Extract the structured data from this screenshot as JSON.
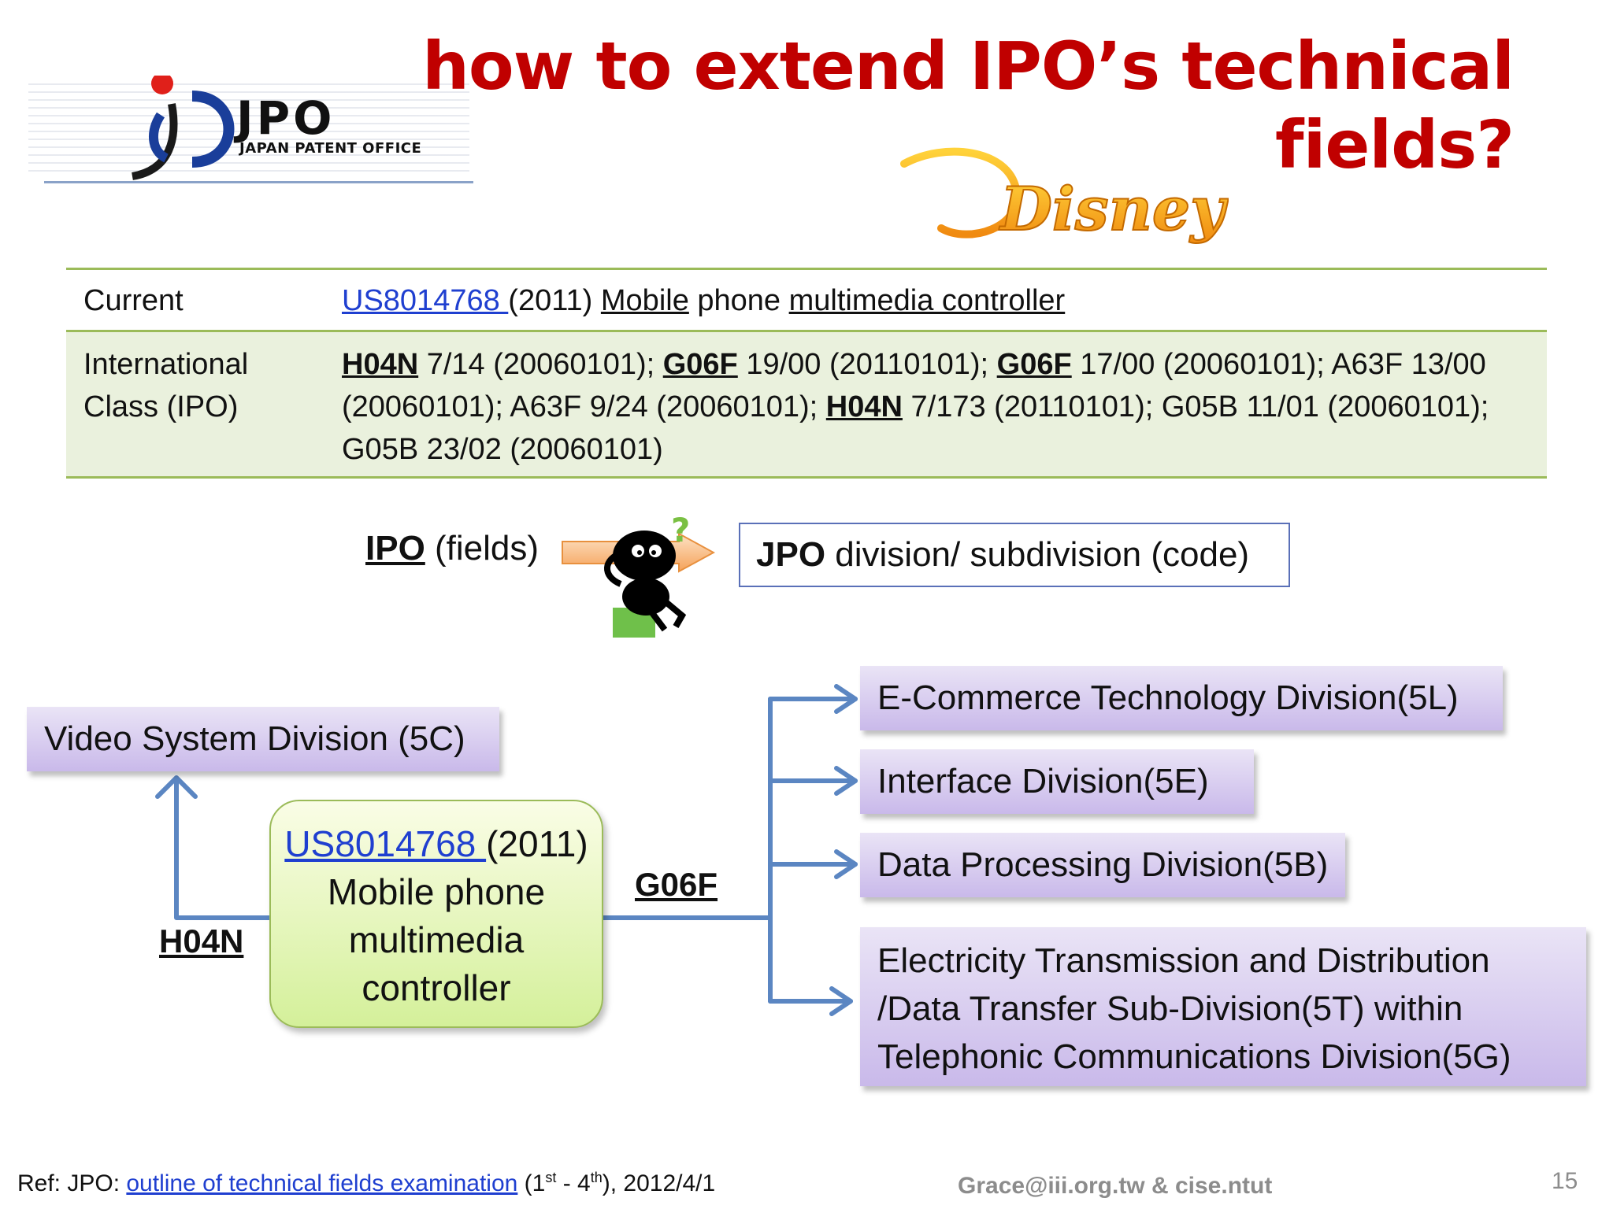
{
  "logo": {
    "name": "JPO",
    "subtitle": "JAPAN PATENT OFFICE"
  },
  "title": "how to extend IPO’s technical fields?",
  "brand_wordmark": "Disney",
  "table": {
    "row1": {
      "label": "Current",
      "patent": "US8014768 ",
      "year": "(2011) ",
      "w1": "Mobile",
      "w2": " phone ",
      "w3": "multimedia controller"
    },
    "row2": {
      "label": "International Class (IPO)",
      "c1": "H04N",
      "t1": " 7/14 (20060101); ",
      "c2": "G06F",
      "t2": " 19/00 (20110101); ",
      "c3": "G06F",
      "t3": " 17/00 (20060101); A63F 13/00 (20060101); A63F 9/24 (20060101); ",
      "c4": "H04N",
      "t4": " 7/173 (20110101); G05B 11/01 (20060101); G05B 23/02 (20060101)"
    }
  },
  "mapping": {
    "ipo_bold": "IPO",
    "ipo_rest": " (fields)",
    "jpo_bold": "JPO",
    "jpo_rest": " division/ subdivision (code)"
  },
  "diagram": {
    "center": {
      "patent": "US8014768 ",
      "year": "(2011)",
      "line2": "Mobile phone",
      "line3": "multimedia",
      "line4": "controller"
    },
    "h04n_label": "H04N",
    "g06f_label": "G06F",
    "video": "Video System Division (5C)",
    "ecommerce": "E-Commerce Technology Division(5L)",
    "interface": "Interface Division(5E)",
    "data_processing": "Data Processing Division(5B)",
    "electricity": {
      "line1": "Electricity Transmission and Distribution",
      "line2": "/Data Transfer Sub-Division(5T) within",
      "line3": "Telephonic Communications Division(5G)"
    }
  },
  "footer": {
    "ref_prefix": "Ref: JPO: ",
    "ref_link": "outline of technical fields examination",
    "ref_paren_open": " (1",
    "sup1": "st",
    "ref_mid": " - 4",
    "sup2": "th",
    "ref_end": "), 2012/4/1",
    "contact": "Grace@iii.org.tw & cise.ntut",
    "page_number": "15"
  },
  "colors": {
    "title": "#c00000",
    "link": "#1f3fd0",
    "table_border": "#9bbb59",
    "table_fill": "#eaf1dd",
    "division_fill": "#c9b9ea",
    "center_fill": "#d4f09a",
    "connector": "#5b86c2"
  }
}
